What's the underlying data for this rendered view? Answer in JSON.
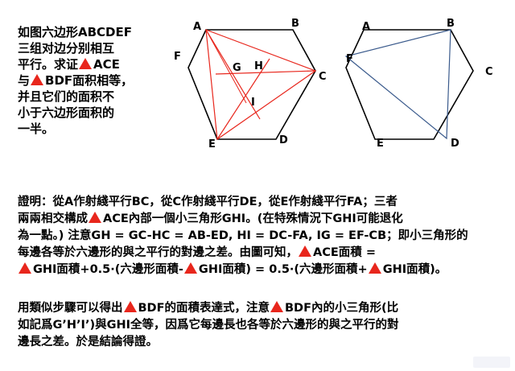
{
  "problem": {
    "l1": "如图六边形ABCDEF",
    "l2": "三组对边分别相互",
    "l3a": "平行。求证",
    "l3b": "ACE",
    "l4a": "与",
    "l4b": "BDF面积相等，",
    "l5": "并且它们的面积不",
    "l6": "小于六边形面积的",
    "l7": "一半。"
  },
  "figure1": {
    "labels": [
      "A",
      "B",
      "C",
      "D",
      "E",
      "F",
      "G",
      "H",
      "I"
    ]
  },
  "figure2": {
    "labels": [
      "A",
      "B",
      "C",
      "D",
      "E",
      "F"
    ]
  },
  "proof": {
    "p1": "證明：從A作射綫平行BC，從C作射綫平行DE，從E作射綫平行FA；三者",
    "p2a": "兩兩相交構成",
    "p2b": "ACE內部一個小三角形GHI。(在特殊情況下GHI可能退化",
    "p3": "為一點。) 注意GH = GC-HC = AB-ED, HI = DC-FA, IG = EF-CB；即小三角形的",
    "p4a": "每邊各等於六邊形的與之平行的對邊之差。由圖可知，",
    "p4b": "ACE面積 =",
    "p5a": "GHI面積+0.5·(六邊形面積-",
    "p5b": "GHI面積) = 0.5·(六邊形面積+",
    "p5c": "GHI面積)。"
  },
  "remark": {
    "r1a": "用類似步驟可以得出",
    "r1b": "BDF的面積表達式，注意",
    "r1c": "BDF內的小三角形(比",
    "r2": "如記爲G’H’I’)與GHI全等，因爲它每邊長也各等於六邊形的與之平行的對",
    "r3": "邊長之差。於是結論得證。"
  },
  "colors": {
    "accent": "#e8261c",
    "blue_line": "#3a5a8c",
    "outline": "#000000"
  },
  "icons": [
    "triangle-icon"
  ]
}
